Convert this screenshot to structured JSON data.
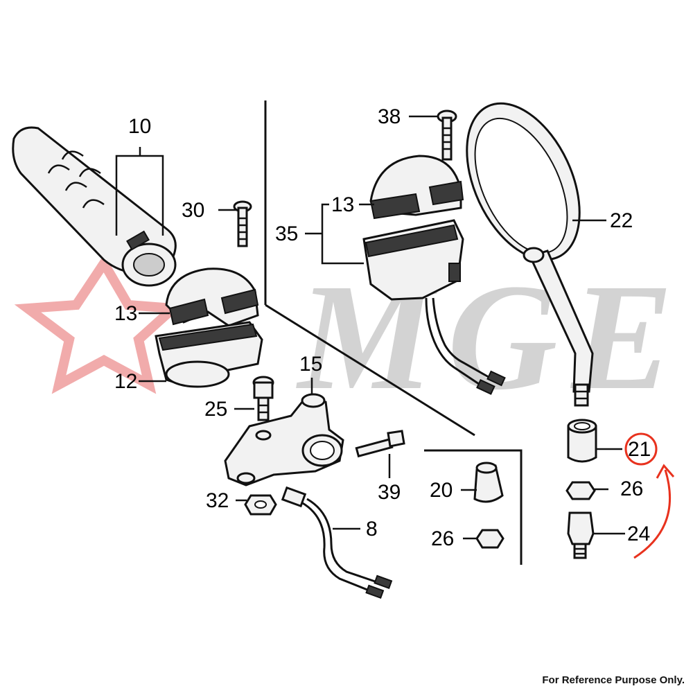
{
  "watermark": {
    "text": "MGE",
    "color": "#b5b5b5",
    "star_color": "#e04a4a"
  },
  "callouts": {
    "c10": "10",
    "c30": "30",
    "c13a": "13",
    "c12": "12",
    "c38": "38",
    "c13b": "13",
    "c35": "35",
    "c22": "22",
    "c15": "15",
    "c25": "25",
    "c39": "39",
    "c32": "32",
    "c8": "8",
    "c20": "20",
    "c26a": "26",
    "c21": "21",
    "c26b": "26",
    "c24": "24"
  },
  "highlight": {
    "part": "21",
    "color": "#e8321e"
  },
  "footer": {
    "note": "For Reference Purpose Only."
  }
}
